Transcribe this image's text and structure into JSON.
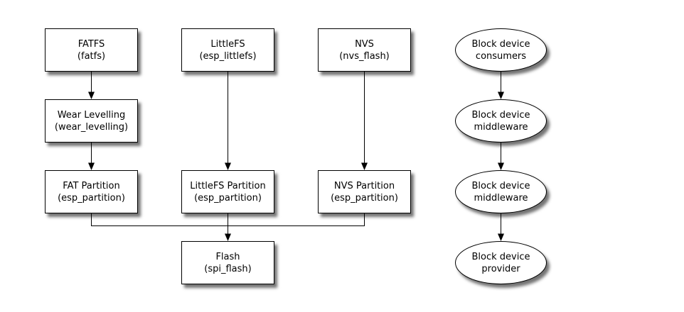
{
  "diagram": {
    "colors": {
      "background": "#ffffff",
      "node_fill": "#ffffff",
      "stroke": "#000000",
      "text": "#000000"
    },
    "nodes": {
      "fatfs": {
        "title": "FATFS",
        "subtitle": "(fatfs)",
        "shape": "box"
      },
      "littlefs": {
        "title": "LittleFS",
        "subtitle": "(esp_littlefs)",
        "shape": "box"
      },
      "nvs": {
        "title": "NVS",
        "subtitle": "(nvs_flash)",
        "shape": "box"
      },
      "wear_levelling": {
        "title": "Wear Levelling",
        "subtitle": "(wear_levelling)",
        "shape": "box"
      },
      "fat_partition": {
        "title": "FAT Partition",
        "subtitle": "(esp_partition)",
        "shape": "box"
      },
      "littlefs_partition": {
        "title": "LittleFS Partition",
        "subtitle": "(esp_partition)",
        "shape": "box"
      },
      "nvs_partition": {
        "title": "NVS Partition",
        "subtitle": "(esp_partition)",
        "shape": "box"
      },
      "flash": {
        "title": "Flash",
        "subtitle": "(spi_flash)",
        "shape": "box"
      },
      "block_consumers": {
        "title": "Block device",
        "subtitle": "consumers",
        "shape": "ellipse"
      },
      "block_middleware_1": {
        "title": "Block device",
        "subtitle": "middleware",
        "shape": "ellipse"
      },
      "block_middleware_2": {
        "title": "Block device",
        "subtitle": "middleware",
        "shape": "ellipse"
      },
      "block_provider": {
        "title": "Block device",
        "subtitle": "provider",
        "shape": "ellipse"
      }
    },
    "edges": [
      {
        "from": "fatfs",
        "to": "wear_levelling",
        "arrow": true
      },
      {
        "from": "wear_levelling",
        "to": "fat_partition",
        "arrow": true
      },
      {
        "from": "littlefs",
        "to": "littlefs_partition",
        "arrow": true
      },
      {
        "from": "nvs",
        "to": "nvs_partition",
        "arrow": true
      },
      {
        "from": "fat_partition",
        "to": "flash",
        "arrow": true
      },
      {
        "from": "littlefs_partition",
        "to": "flash",
        "arrow": true
      },
      {
        "from": "nvs_partition",
        "to": "flash",
        "arrow": true
      },
      {
        "from": "block_consumers",
        "to": "block_middleware_1",
        "arrow": true
      },
      {
        "from": "block_middleware_1",
        "to": "block_middleware_2",
        "arrow": true
      },
      {
        "from": "block_middleware_2",
        "to": "block_provider",
        "arrow": true
      }
    ]
  }
}
